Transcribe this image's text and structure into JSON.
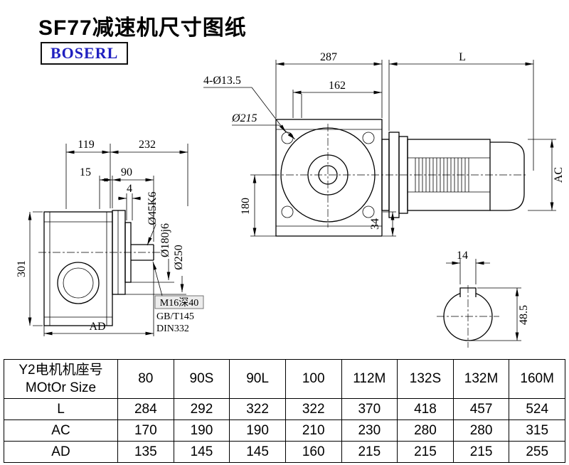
{
  "page": {
    "title": "SF77减速机尺寸图纸",
    "brand": "BOSERL"
  },
  "drawing": {
    "front": {
      "overall_width": "287",
      "motor_length": "L",
      "dim_162": "162",
      "bolt_holes": "4-Ø13.5",
      "flange_dia": "Ø215",
      "dim_180": "180",
      "dim_34": "34",
      "motor_dia": "AC"
    },
    "side": {
      "dim_119": "119",
      "dim_232": "232",
      "dim_15": "15",
      "dim_90": "90",
      "dim_4": "4",
      "dim_301": "301",
      "dim_ad": "AD",
      "shaft_dia": "Ø45K6",
      "spigot_dia": "Ø180j6",
      "flange_od": "Ø250",
      "tap_hole": "M16深40",
      "std_gb": "GB/T145",
      "std_din": "DIN332"
    },
    "section": {
      "key_width": "14",
      "key_height": "48.5"
    }
  },
  "table": {
    "header": {
      "label_line1": "Y2电机机座号",
      "label_line2": "MOtOr Size",
      "sizes": [
        "80",
        "90S",
        "90L",
        "100",
        "112M",
        "132S",
        "132M",
        "160M"
      ]
    },
    "rows": [
      {
        "label": "L",
        "values": [
          "284",
          "292",
          "322",
          "322",
          "370",
          "418",
          "457",
          "524"
        ]
      },
      {
        "label": "AC",
        "values": [
          "170",
          "190",
          "190",
          "210",
          "230",
          "280",
          "280",
          "315"
        ]
      },
      {
        "label": "AD",
        "values": [
          "135",
          "145",
          "145",
          "160",
          "215",
          "215",
          "215",
          "255"
        ]
      }
    ]
  }
}
